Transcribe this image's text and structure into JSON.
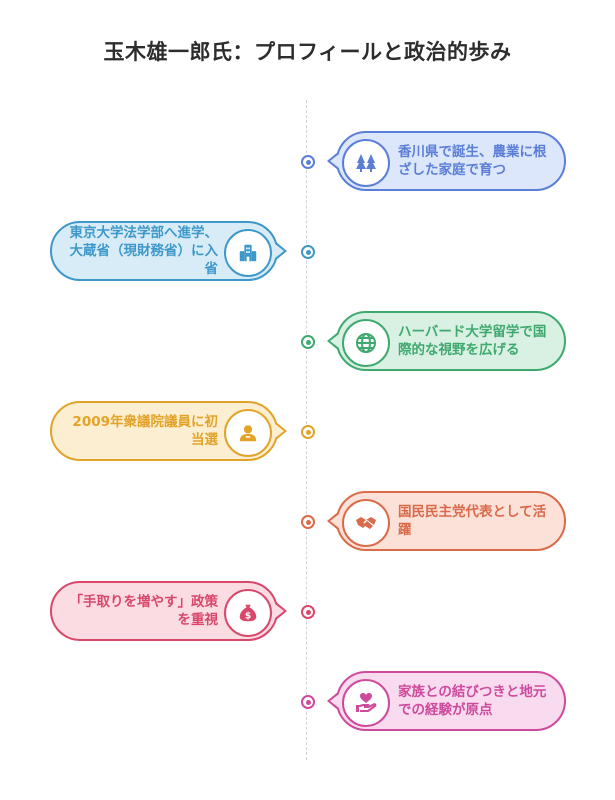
{
  "title": "玉木雄一郎氏：プロフィールと政治的歩み",
  "events": [
    {
      "text": "香川県で誕生、農業に根ざした家庭で育つ",
      "icon": "trees-icon",
      "side": "right",
      "color": "#5b7fd6",
      "fill": "#dde7fb"
    },
    {
      "text": "東京大学法学部へ進学、大蔵省（現財務省）に入省",
      "icon": "building-icon",
      "side": "left",
      "color": "#3e98c9",
      "fill": "#d8ecf8"
    },
    {
      "text": "ハーバード大学留学で国際的な視野を広げる",
      "icon": "globe-icon",
      "side": "right",
      "color": "#3fa96f",
      "fill": "#d9f1e3"
    },
    {
      "text": "2009年衆議院議員に初当選",
      "icon": "person-icon",
      "side": "left",
      "color": "#e2a32a",
      "fill": "#fcefd1"
    },
    {
      "text": "国民民主党代表として活躍",
      "icon": "handshake-icon",
      "side": "right",
      "color": "#d96a4a",
      "fill": "#fbe1d8"
    },
    {
      "text": "「手取りを増やす」政策を重視",
      "icon": "money-bag-icon",
      "side": "left",
      "color": "#d9486a",
      "fill": "#fbdce3"
    },
    {
      "text": "家族との結びつきと地元での経験が原点",
      "icon": "heart-hand-icon",
      "side": "right",
      "color": "#cd4a9c",
      "fill": "#f9dbef"
    }
  ]
}
